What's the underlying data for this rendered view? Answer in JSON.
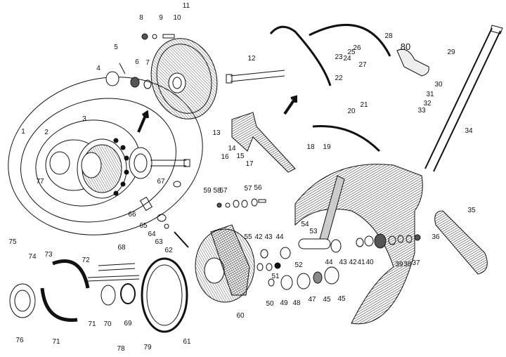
{
  "diagram": {
    "type": "exploded-parts-diagram",
    "subject": "rear wheel, hub, brake and swingarm assembly",
    "colors": {
      "ink": "#111111",
      "paper": "#ffffff",
      "shade": "#888888"
    },
    "callouts": [
      {
        "id": "1",
        "label": "1"
      },
      {
        "id": "2",
        "label": "2"
      },
      {
        "id": "3",
        "label": "3"
      },
      {
        "id": "4",
        "label": "4"
      },
      {
        "id": "5",
        "label": "5"
      },
      {
        "id": "6",
        "label": "6"
      },
      {
        "id": "7",
        "label": "7"
      },
      {
        "id": "8",
        "label": "8"
      },
      {
        "id": "9",
        "label": "9"
      },
      {
        "id": "10",
        "label": "10"
      },
      {
        "id": "11",
        "label": "11"
      },
      {
        "id": "12",
        "label": "12"
      },
      {
        "id": "13",
        "label": "13"
      },
      {
        "id": "14",
        "label": "14"
      },
      {
        "id": "15",
        "label": "15"
      },
      {
        "id": "16",
        "label": "16"
      },
      {
        "id": "17",
        "label": "17"
      },
      {
        "id": "18",
        "label": "18"
      },
      {
        "id": "19",
        "label": "19"
      },
      {
        "id": "20",
        "label": "20"
      },
      {
        "id": "21",
        "label": "21"
      },
      {
        "id": "22",
        "label": "22"
      },
      {
        "id": "23",
        "label": "23"
      },
      {
        "id": "24",
        "label": "24"
      },
      {
        "id": "25",
        "label": "25"
      },
      {
        "id": "26",
        "label": "26"
      },
      {
        "id": "27",
        "label": "27"
      },
      {
        "id": "28",
        "label": "28"
      },
      {
        "id": "29",
        "label": "29"
      },
      {
        "id": "30",
        "label": "30"
      },
      {
        "id": "31",
        "label": "31"
      },
      {
        "id": "32",
        "label": "32"
      },
      {
        "id": "33",
        "label": "33"
      },
      {
        "id": "34",
        "label": "34"
      },
      {
        "id": "35",
        "label": "35"
      },
      {
        "id": "36",
        "label": "36"
      },
      {
        "id": "37",
        "label": "37"
      },
      {
        "id": "38",
        "label": "38"
      },
      {
        "id": "39",
        "label": "39"
      },
      {
        "id": "40",
        "label": "40"
      },
      {
        "id": "41",
        "label": "41"
      },
      {
        "id": "42a",
        "label": "42"
      },
      {
        "id": "42b",
        "label": "42"
      },
      {
        "id": "43a",
        "label": "43"
      },
      {
        "id": "43b",
        "label": "43"
      },
      {
        "id": "44a",
        "label": "44"
      },
      {
        "id": "44b",
        "label": "44"
      },
      {
        "id": "45a",
        "label": "45"
      },
      {
        "id": "45b",
        "label": "45"
      },
      {
        "id": "47",
        "label": "47"
      },
      {
        "id": "48",
        "label": "48"
      },
      {
        "id": "49",
        "label": "49"
      },
      {
        "id": "50",
        "label": "50"
      },
      {
        "id": "51",
        "label": "51"
      },
      {
        "id": "52",
        "label": "52"
      },
      {
        "id": "53",
        "label": "53"
      },
      {
        "id": "54",
        "label": "54"
      },
      {
        "id": "55",
        "label": "55"
      },
      {
        "id": "56",
        "label": "56"
      },
      {
        "id": "57a",
        "label": "57"
      },
      {
        "id": "57b",
        "label": "57"
      },
      {
        "id": "58",
        "label": "58"
      },
      {
        "id": "59",
        "label": "59"
      },
      {
        "id": "60",
        "label": "60"
      },
      {
        "id": "61",
        "label": "61"
      },
      {
        "id": "62",
        "label": "62"
      },
      {
        "id": "63",
        "label": "63"
      },
      {
        "id": "64",
        "label": "64"
      },
      {
        "id": "65",
        "label": "65"
      },
      {
        "id": "66",
        "label": "66"
      },
      {
        "id": "67",
        "label": "67"
      },
      {
        "id": "68",
        "label": "68"
      },
      {
        "id": "69",
        "label": "69"
      },
      {
        "id": "70",
        "label": "70"
      },
      {
        "id": "71a",
        "label": "71"
      },
      {
        "id": "71b",
        "label": "71"
      },
      {
        "id": "72",
        "label": "72"
      },
      {
        "id": "73",
        "label": "73"
      },
      {
        "id": "74",
        "label": "74"
      },
      {
        "id": "75",
        "label": "75"
      },
      {
        "id": "76",
        "label": "76"
      },
      {
        "id": "77",
        "label": "77"
      },
      {
        "id": "78",
        "label": "78"
      },
      {
        "id": "79",
        "label": "79"
      },
      {
        "id": "80",
        "label": "80"
      }
    ]
  }
}
